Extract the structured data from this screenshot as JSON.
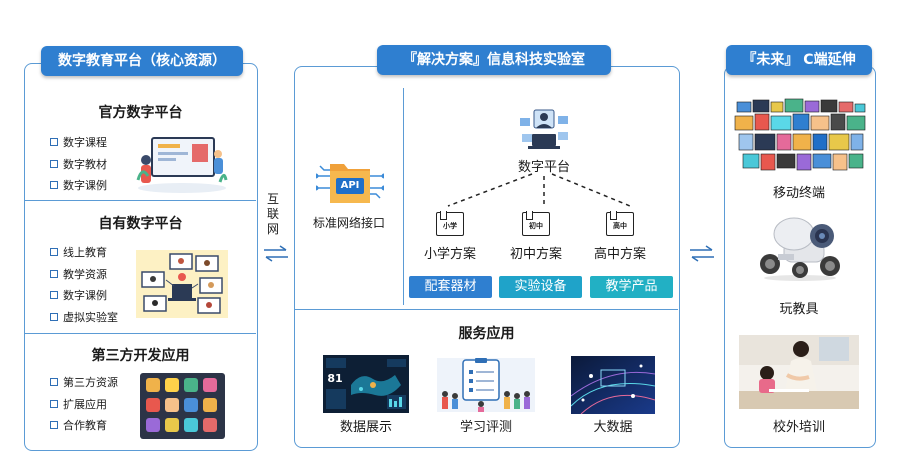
{
  "left": {
    "header": "数字教育平台（核心资源）",
    "sections": [
      {
        "title": "官方数字平台",
        "items": [
          "数字课程",
          "数字教材",
          "数字课例"
        ]
      },
      {
        "title": "自有数字平台",
        "items": [
          "线上教育",
          "教学资源",
          "数字课例",
          "虚拟实验室"
        ]
      },
      {
        "title": "第三方开发应用",
        "items": [
          "第三方资源",
          "扩展应用",
          "合作教育"
        ]
      }
    ]
  },
  "connector_left": {
    "label": [
      "互",
      "联",
      "网"
    ]
  },
  "center": {
    "header": "『解决方案』信息科技实验室",
    "api_icon_text": "API",
    "api_label": "标准网络接口",
    "platform_label": "数字平台",
    "plans": [
      {
        "icon_text": "小学",
        "label": "小学方案"
      },
      {
        "icon_text": "初中",
        "label": "初中方案"
      },
      {
        "icon_text": "高中",
        "label": "高中方案"
      }
    ],
    "buttons": [
      "配套器材",
      "实验设备",
      "教学产品"
    ],
    "service_title": "服务应用",
    "services": [
      {
        "label": "数据展示",
        "readout": "81"
      },
      {
        "label": "学习评测"
      },
      {
        "label": "大数据"
      }
    ]
  },
  "right": {
    "header": "『未来』 C端延伸",
    "items": [
      {
        "label": "移动终端"
      },
      {
        "label": "玩教具"
      },
      {
        "label": "校外培训"
      }
    ]
  },
  "colors": {
    "primary": "#2f7fd0",
    "border": "#5b9bd5",
    "btn1": "#2f7fd0",
    "btn2": "#1fa3c9",
    "btn3": "#22b0c4"
  }
}
